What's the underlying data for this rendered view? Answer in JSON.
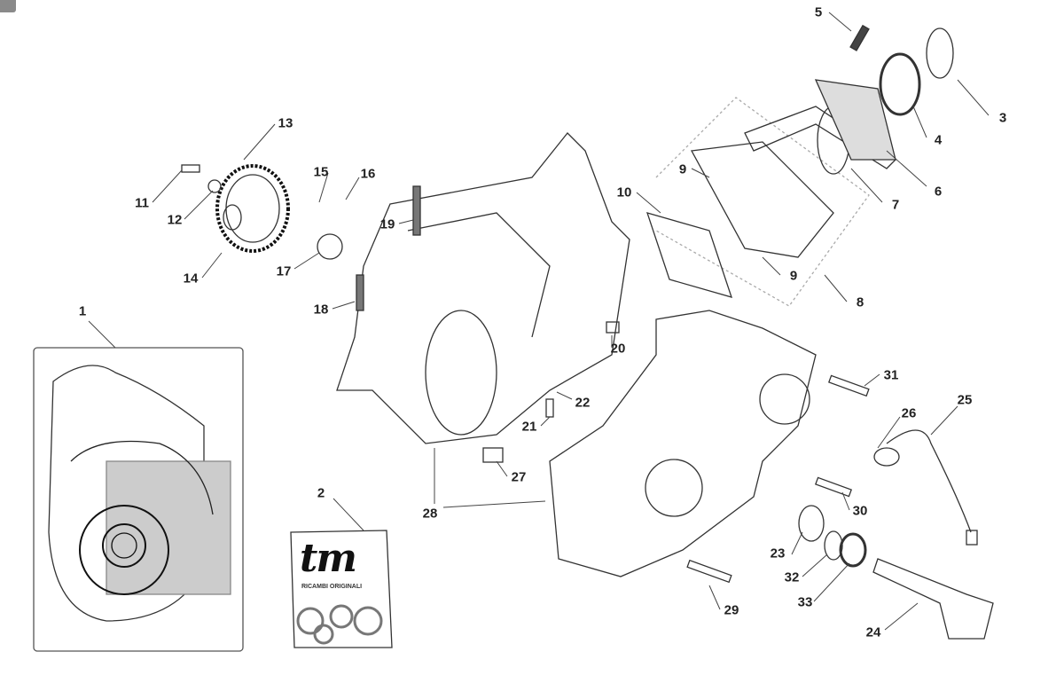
{
  "diagram": {
    "kit_brand": "tm",
    "kit_subtitle": "RICAMBI ORIGINALI",
    "part_labels": [
      "1",
      "2",
      "3",
      "4",
      "5",
      "6",
      "7",
      "8",
      "9",
      "9",
      "10",
      "11",
      "12",
      "13",
      "14",
      "15",
      "16",
      "17",
      "18",
      "19",
      "20",
      "21",
      "22",
      "23",
      "24",
      "25",
      "26",
      "27",
      "28",
      "29",
      "30",
      "31",
      "32",
      "33"
    ]
  }
}
